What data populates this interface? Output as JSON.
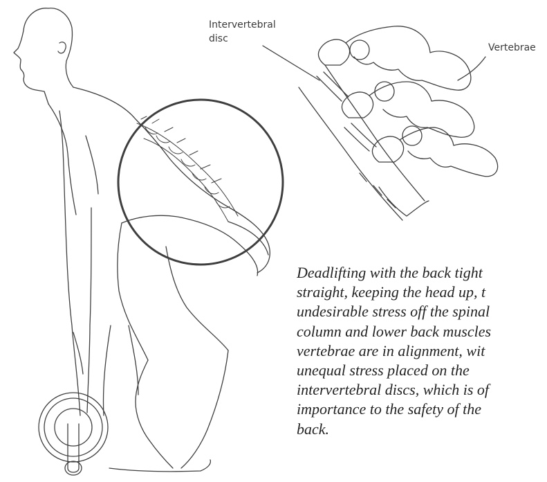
{
  "labels": {
    "disc_line1": "Intervertebral",
    "disc_line2": "disc",
    "vertebrae": "Vertebrae"
  },
  "caption": {
    "lines": [
      "Deadlifting with the back tight",
      "straight, keeping the head up, t",
      "undesirable stress off the spinal",
      "column and lower back muscles",
      "vertebrae are in alignment, wit",
      "unequal stress placed on the",
      "intervertebral discs, which is of",
      "importance to the safety of the",
      "back."
    ]
  },
  "colors": {
    "line": "#3f3f3f",
    "text": "#232323",
    "background": "#ffffff"
  }
}
